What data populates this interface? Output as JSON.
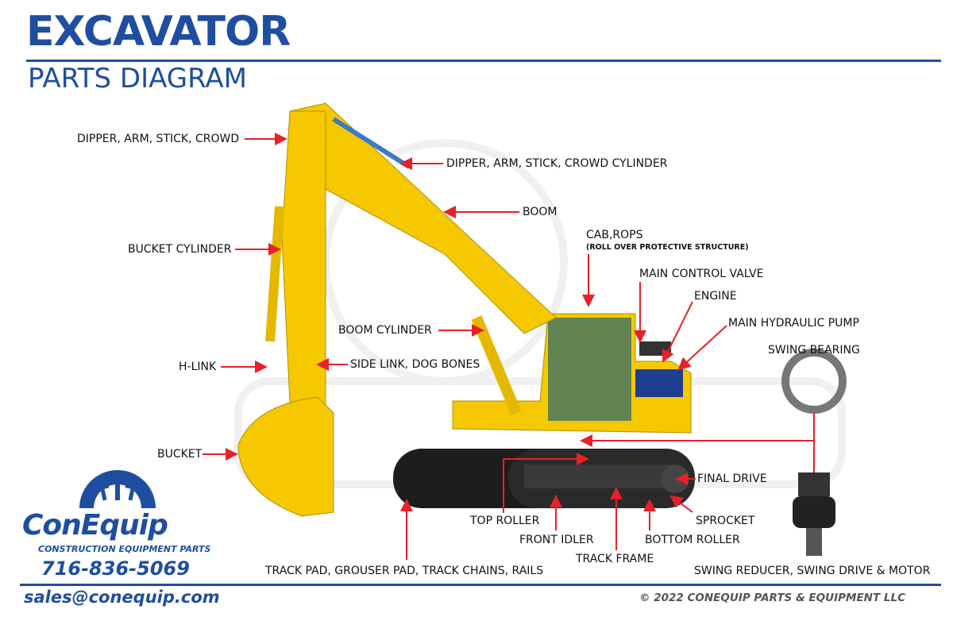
{
  "header": {
    "title": "EXCAVATOR",
    "subtitle": "PARTS DIAGRAM"
  },
  "labels": {
    "dipper": "DIPPER, ARM, STICK, CROWD",
    "dipper_cylinder": "DIPPER, ARM, STICK, CROWD CYLINDER",
    "boom": "BOOM",
    "cab": "CAB,ROPS",
    "cab_sub": "(ROLL OVER PROTECTIVE STRUCTURE)",
    "main_control_valve": "MAIN CONTROL VALVE",
    "engine": "ENGINE",
    "main_hydraulic_pump": "MAIN HYDRAULIC PUMP",
    "swing_bearing": "SWING BEARING",
    "bucket_cylinder": "BUCKET CYLINDER",
    "boom_cylinder": "BOOM CYLINDER",
    "h_link": "H-LINK",
    "side_link": "SIDE LINK, DOG BONES",
    "bucket": "BUCKET",
    "final_drive": "FINAL DRIVE",
    "top_roller": "TOP ROLLER",
    "sprocket": "SPROCKET",
    "front_idler": "FRONT IDLER",
    "bottom_roller": "BOTTOM ROLLER",
    "track_frame": "TRACK FRAME",
    "track_pad": "TRACK PAD, GROUSER PAD, TRACK CHAINS, RAILS",
    "swing_reducer": "SWING REDUCER, SWING DRIVE & MOTOR"
  },
  "logo": {
    "brand": "ConEquip",
    "tagline": "CONSTRUCTION EQUIPMENT PARTS"
  },
  "footer": {
    "phone": "716-836-5069",
    "email": "sales@conequip.com",
    "copyright": "© 2022 CONEQUIP PARTS & EQUIPMENT LLC"
  },
  "colors": {
    "brand_blue": "#1f4ea1",
    "arrow_red": "#e8202a",
    "machine_yellow": "#f5c800"
  }
}
